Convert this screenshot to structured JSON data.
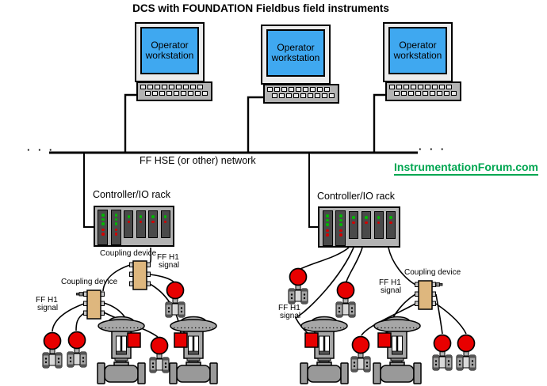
{
  "title": "DCS with FOUNDATION Fieldbus field instruments",
  "watermark": {
    "text": "InstrumentationForum.com"
  },
  "network": {
    "label": "FF HSE (or other) network",
    "ellipsis": "· · ·"
  },
  "workstations": [
    {
      "label": "Operator workstation"
    },
    {
      "label": "Operator workstation"
    },
    {
      "label": "Operator workstation"
    }
  ],
  "racks": [
    {
      "label": "Controller/IO rack",
      "cards": [
        {
          "size": "tall",
          "leds": [
            "green",
            "green",
            "green",
            "red",
            "red"
          ]
        },
        {
          "size": "tall",
          "leds": [
            "green",
            "green",
            "green",
            "red",
            "red"
          ]
        },
        {
          "size": "short",
          "leds": [
            "green",
            "red"
          ]
        },
        {
          "size": "short",
          "leds": [
            "green",
            "red"
          ]
        },
        {
          "size": "short",
          "leds": [
            "green",
            "red"
          ]
        },
        {
          "size": "short",
          "leds": [
            "green",
            "red"
          ]
        }
      ]
    },
    {
      "label": "Controller/IO rack",
      "cards": [
        {
          "size": "tall",
          "leds": [
            "green",
            "green",
            "green",
            "red",
            "red"
          ]
        },
        {
          "size": "tall",
          "leds": [
            "green",
            "green",
            "green",
            "red",
            "red"
          ]
        },
        {
          "size": "short",
          "leds": [
            "green",
            "red"
          ]
        },
        {
          "size": "short",
          "leds": [
            "green",
            "red"
          ]
        },
        {
          "size": "short",
          "leds": [
            "green",
            "red"
          ]
        },
        {
          "size": "short",
          "leds": [
            "green",
            "red"
          ]
        }
      ]
    }
  ],
  "labels": {
    "coupling_device": "Coupling device",
    "ff_h1": "FF H1",
    "signal": "signal"
  },
  "colors": {
    "screen_blue": "#3FA8F0",
    "device_red": "#E80000",
    "coupling_tan": "#DEB77E",
    "led_green": "#00B800",
    "led_red": "#D40000",
    "watermark_green": "#00A651"
  }
}
